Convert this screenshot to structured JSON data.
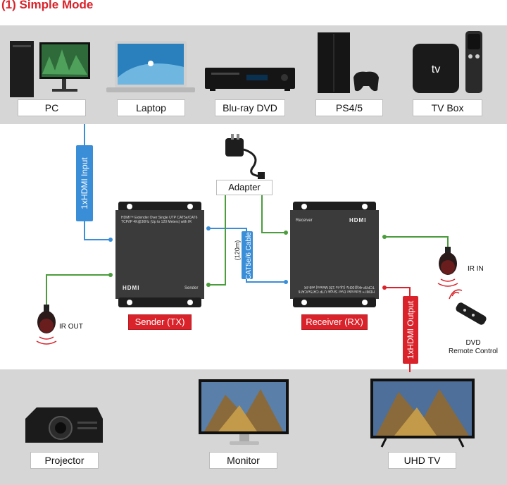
{
  "title": "(1) Simple Mode",
  "sources": [
    {
      "label": "PC",
      "icon": "desktop-pc-icon"
    },
    {
      "label": "Laptop",
      "icon": "laptop-icon"
    },
    {
      "label": "Blu-ray DVD",
      "icon": "bluray-player-icon"
    },
    {
      "label": "PS4/5",
      "icon": "game-console-icon"
    },
    {
      "label": "TV Box",
      "icon": "tv-box-icon"
    }
  ],
  "displays": [
    {
      "label": "Projector",
      "icon": "projector-icon"
    },
    {
      "label": "Monitor",
      "icon": "monitor-icon"
    },
    {
      "label": "UHD TV",
      "icon": "tv-icon"
    }
  ],
  "sender": {
    "tag": "Sender (TX)",
    "print": "HDMI™ Extender Over Single UTP CAT5e/CAT6 TCP/IP 4K@30Hz (Up to 120 Meters) with IR",
    "brand": "HDMI",
    "side": "Sender"
  },
  "receiver": {
    "tag": "Receiver (RX)",
    "print": "HDMI™ Extender Over Single UTP CAT5e/CAT6 TCP/IP 4K@30Hz (Up to 120 Meters) with IR",
    "brand": "HDMI",
    "side": "Receiver"
  },
  "adapter": "Adapter",
  "hdmi_input": "1xHDMI Input",
  "hdmi_output": "1xHDMI Output",
  "cable": "CAT5e/6 Cable",
  "cable_length": "(120m)",
  "ir_out": "IR OUT",
  "ir_in": "IR IN",
  "remote": {
    "line1": "DVD",
    "line2": "Remote Control"
  },
  "colors": {
    "accent_red": "#d9222a",
    "hdmi_blue": "#3a8ed8",
    "ir_green": "#4a9c3c",
    "panel_gray": "#d6d6d6"
  }
}
